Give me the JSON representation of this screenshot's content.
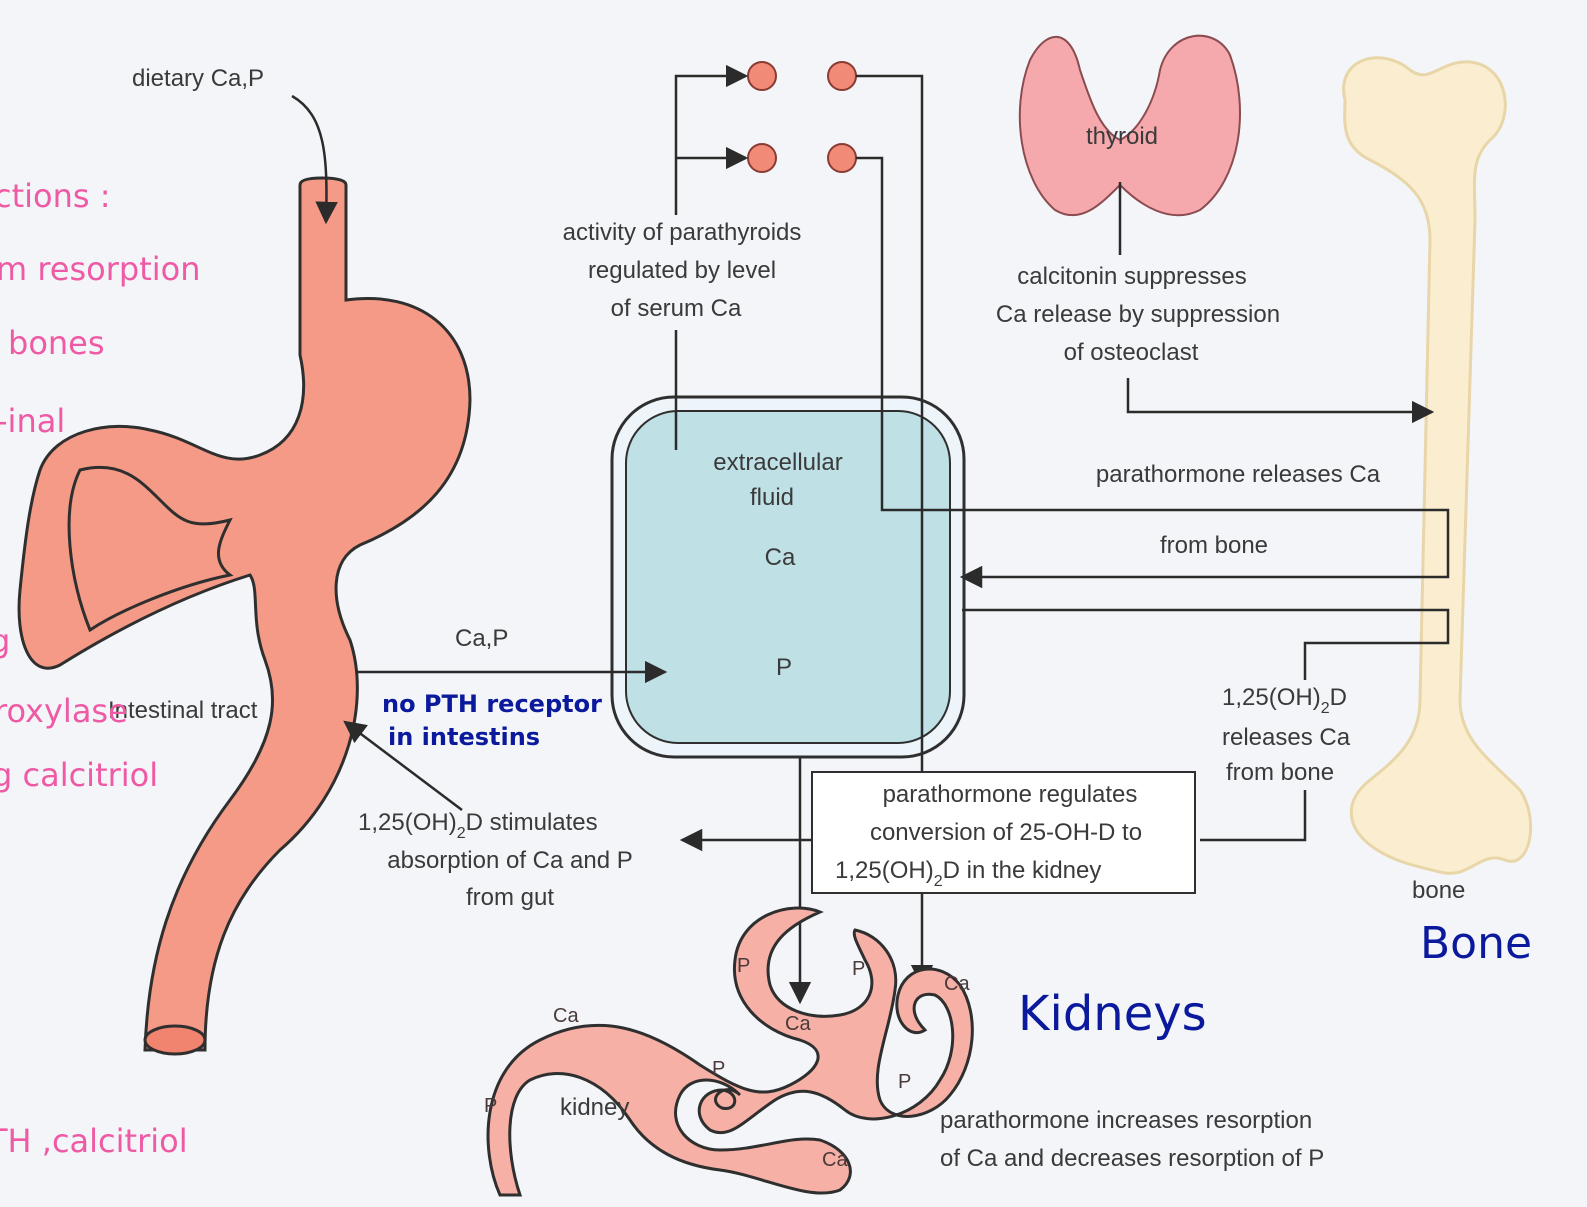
{
  "labels": {
    "dietary": "dietary Ca,P",
    "parathyroids": [
      "activity of parathyroids",
      "regulated by level",
      "of serum Ca"
    ],
    "thyroid": "thyroid",
    "calcitonin": [
      "calcitonin suppresses",
      "Ca release by suppression",
      "of osteoclast"
    ],
    "ecf": [
      "extracellular",
      "fluid"
    ],
    "ecf_ca": "Ca",
    "ecf_p": "P",
    "pth_bone": [
      "parathormone releases Ca",
      "from bone"
    ],
    "vitd_bone": [
      "releases Ca",
      "from bone"
    ],
    "vitd_prefix": "1,25(OH)",
    "vitd_sub": "2",
    "vitd_suffix": "D",
    "gut_input": "Ca,P",
    "intestinal": "Intestinal tract",
    "gut_stim": [
      " stimulates",
      "absorption of Ca and P",
      "from gut"
    ],
    "pth_kidney": [
      "parathormone regulates",
      "conversion of 25-OH-D to",
      " in the kidney"
    ],
    "bone": "bone",
    "kidney": "kidney",
    "kidney_resorption": [
      "parathormone increases resorption",
      "of Ca and decreases resorption of P"
    ],
    "ca_tag": "Ca",
    "p_tag": "P"
  },
  "annotations": {
    "pink_lines": [
      "ctions :",
      "m resorption",
      "bones",
      "-inal",
      "g",
      "roxylase",
      "g calcitriol",
      "TH ,calcitriol"
    ],
    "no_pth": [
      "no PTH receptor",
      "in intestins"
    ],
    "kidneys": "Kidneys",
    "bone_big": "Bone"
  }
}
